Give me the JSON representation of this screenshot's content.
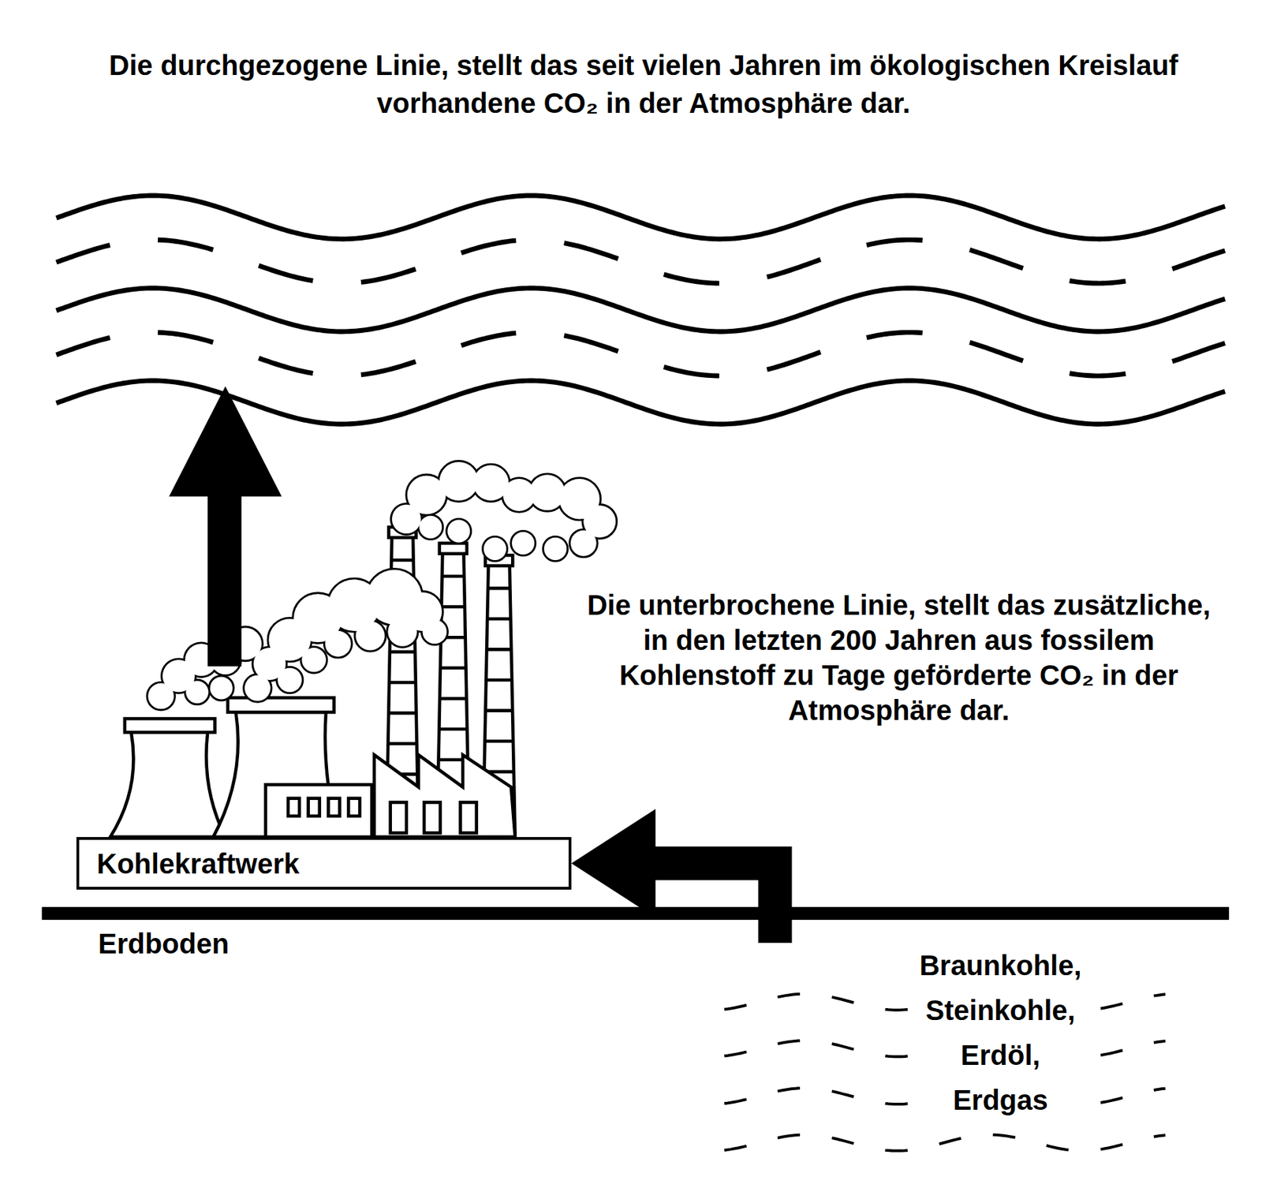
{
  "diagram": {
    "title": "Die durchgezogene Linie, stellt das seit vielen Jahren im ökologischen Kreislauf vorhandene CO₂ in der Atmosphäre dar.",
    "nodes": [
      {
        "text": [
          "Kohlekraftwerk"
        ]
      },
      {
        "text": [
          "Braunkohle, Steinkohle, Erdöl, Erdgas"
        ]
      }
    ],
    "edges": [
      {
        "from": 1,
        "to": 0,
        "arrow": "to"
      }
    ],
    "labels": [
      "Die unterbrochene Linie, stellt das zusätzliche, in den letzten 200 Jahren aus fossilem Kohlenstoff zu Tage geförderte CO₂ in der Atmosphäre dar.",
      "Erdboden"
    ]
  }
}
